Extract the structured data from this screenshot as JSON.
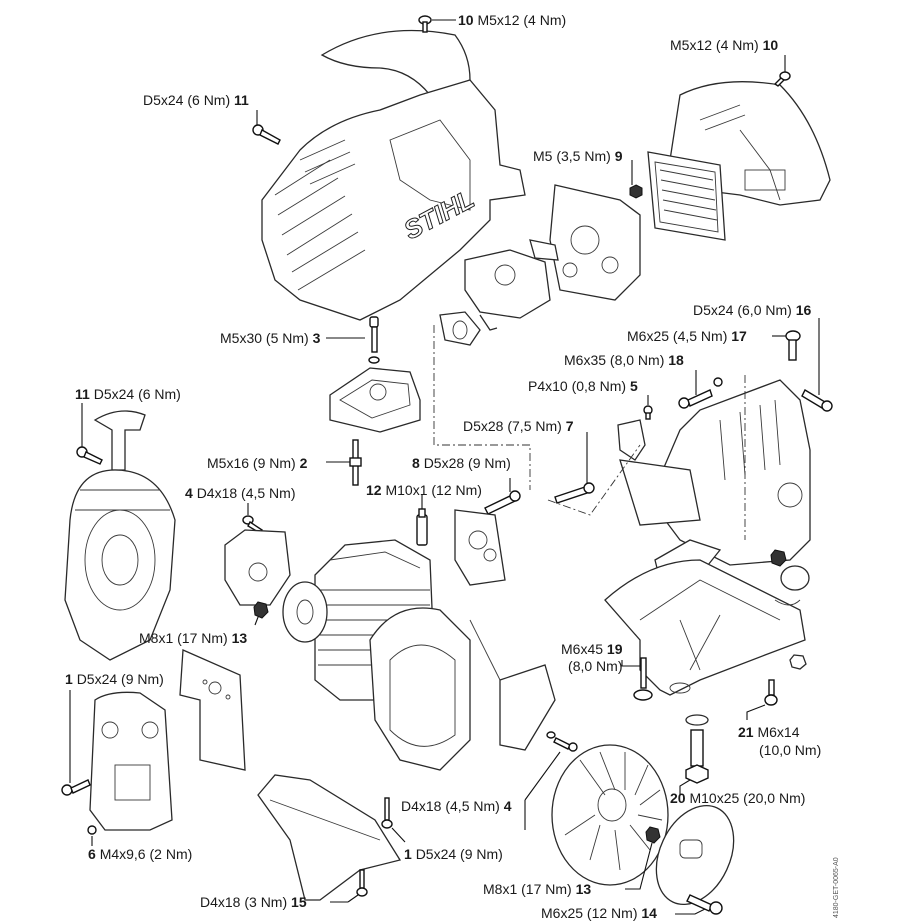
{
  "diagram": {
    "brand_logo": "STIHL",
    "drawing_code": "4180-GET-0065-A0",
    "callouts": [
      {
        "id": "10",
        "spec": "M5x12",
        "torque": "(4 Nm)",
        "part": "top-cover-screw"
      },
      {
        "id": "10",
        "spec": "M5x12",
        "torque": "(4 Nm)",
        "part": "air-filter-cover-screw"
      },
      {
        "id": "11",
        "spec": "D5x24",
        "torque": "(6 Nm)",
        "part": "shroud-screw"
      },
      {
        "id": "9",
        "spec": "M5",
        "torque": "(3,5 Nm)",
        "part": "air-filter-nut"
      },
      {
        "id": "3",
        "spec": "M5x30",
        "torque": "(5 Nm)",
        "part": "valve-cover-screw"
      },
      {
        "id": "16",
        "spec": "D5x24",
        "torque": "(6,0 Nm)",
        "part": "fan-housing-screw"
      },
      {
        "id": "17",
        "spec": "M6x25",
        "torque": "(4,5 Nm)",
        "part": "fan-housing-bolt"
      },
      {
        "id": "18",
        "spec": "M6x35",
        "torque": "(8,0 Nm)",
        "part": "fan-housing-long-bolt"
      },
      {
        "id": "5",
        "spec": "P4x10",
        "torque": "(0,8 Nm)",
        "part": "ignition-screw"
      },
      {
        "id": "11",
        "spec": "D5x24",
        "torque": "(6 Nm)",
        "part": "starter-screw"
      },
      {
        "id": "7",
        "spec": "D5x28",
        "torque": "(7,5 Nm)",
        "part": "ignition-module-screw"
      },
      {
        "id": "2",
        "spec": "M5x16",
        "torque": "(9 Nm)",
        "part": "rocker-stud"
      },
      {
        "id": "8",
        "spec": "D5x28",
        "torque": "(9 Nm)",
        "part": "manifold-screw"
      },
      {
        "id": "4",
        "spec": "D4x18",
        "torque": "(4,5 Nm)",
        "part": "cover-screw"
      },
      {
        "id": "12",
        "spec": "M10x1",
        "torque": "(12 Nm)",
        "part": "spark-plug"
      },
      {
        "id": "13",
        "spec": "M8x1",
        "torque": "(17 Nm)",
        "part": "pulley-nut"
      },
      {
        "id": "1",
        "spec": "D5x24",
        "torque": "(9 Nm)",
        "part": "muffler-screw"
      },
      {
        "id": "19",
        "spec": "M6x45",
        "torque": "(8,0 Nm)",
        "part": "bracket-bolt"
      },
      {
        "id": "21",
        "spec": "M6x14",
        "torque": "(10,0 Nm)",
        "part": "bracket-screw"
      },
      {
        "id": "20",
        "spec": "M10x25",
        "torque": "(20,0 Nm)",
        "part": "bracket-main-bolt"
      },
      {
        "id": "4",
        "spec": "D4x18",
        "torque": "(4,5 Nm)",
        "part": "flywheel-screw"
      },
      {
        "id": "6",
        "spec": "M4x9,6",
        "torque": "(2 Nm)",
        "part": "muffler-cover-screw"
      },
      {
        "id": "1",
        "spec": "D5x24",
        "torque": "(9 Nm)",
        "part": "tank-screw"
      },
      {
        "id": "13",
        "spec": "M8x1",
        "torque": "(17 Nm)",
        "part": "flywheel-nut"
      },
      {
        "id": "15",
        "spec": "D4x18",
        "torque": "(3 Nm)",
        "part": "tank-bottom-screw"
      },
      {
        "id": "14",
        "spec": "M6x25",
        "torque": "(12 Nm)",
        "part": "clutch-bolt"
      }
    ]
  }
}
